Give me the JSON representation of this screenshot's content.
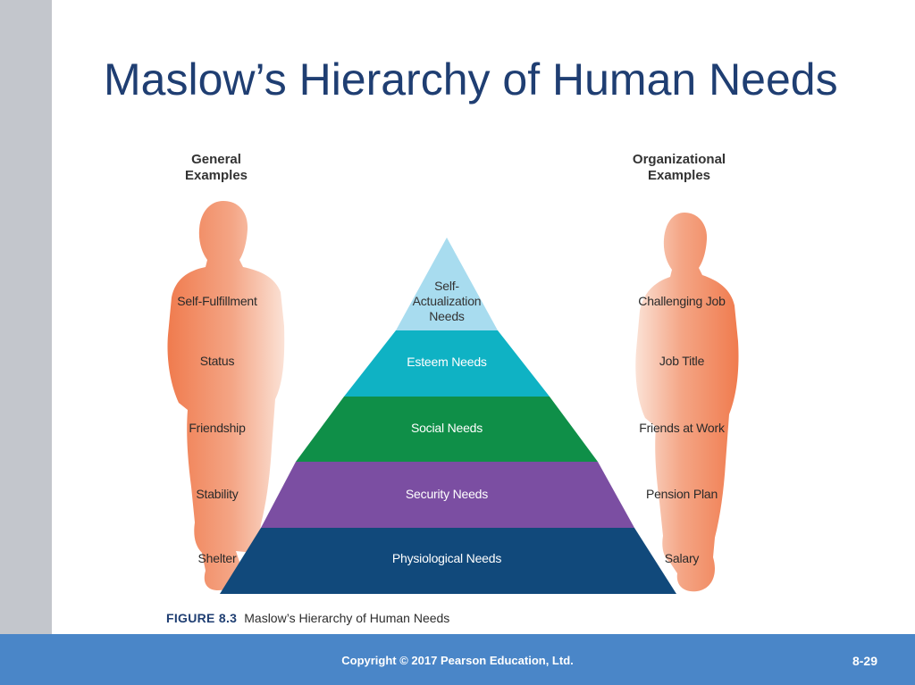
{
  "slide": {
    "title": "Maslow’s Hierarchy of Human Needs",
    "copyright": "Copyright © 2017 Pearson Education, Ltd.",
    "page_number": "8-29"
  },
  "left_column": {
    "heading_line1": "General",
    "heading_line2": "Examples",
    "examples": [
      "Self-Fulfillment",
      "Status",
      "Friendship",
      "Stability",
      "Shelter"
    ]
  },
  "right_column": {
    "heading_line1": "Organizational",
    "heading_line2": "Examples",
    "examples": [
      "Challenging Job",
      "Job Title",
      "Friends at Work",
      "Pension Plan",
      "Salary"
    ]
  },
  "pyramid": {
    "tiers": [
      {
        "line1": "Self-",
        "line2": "Actualization",
        "line3": "Needs",
        "color": "#a8dcef"
      },
      {
        "label": "Esteem Needs",
        "color": "#0fb2c4"
      },
      {
        "label": "Social Needs",
        "color": "#0f8f48"
      },
      {
        "label": "Security Needs",
        "color": "#7b4ea2"
      },
      {
        "label": "Physiological Needs",
        "color": "#11497b"
      }
    ]
  },
  "caption": {
    "figure": "FIGURE 8.3",
    "text": "Maslow’s Hierarchy of Human Needs"
  },
  "colors": {
    "title": "#1f3e72",
    "footer": "#4a86c8",
    "side_band": "#c3c6cc",
    "silhouette": "#f08a5c"
  }
}
